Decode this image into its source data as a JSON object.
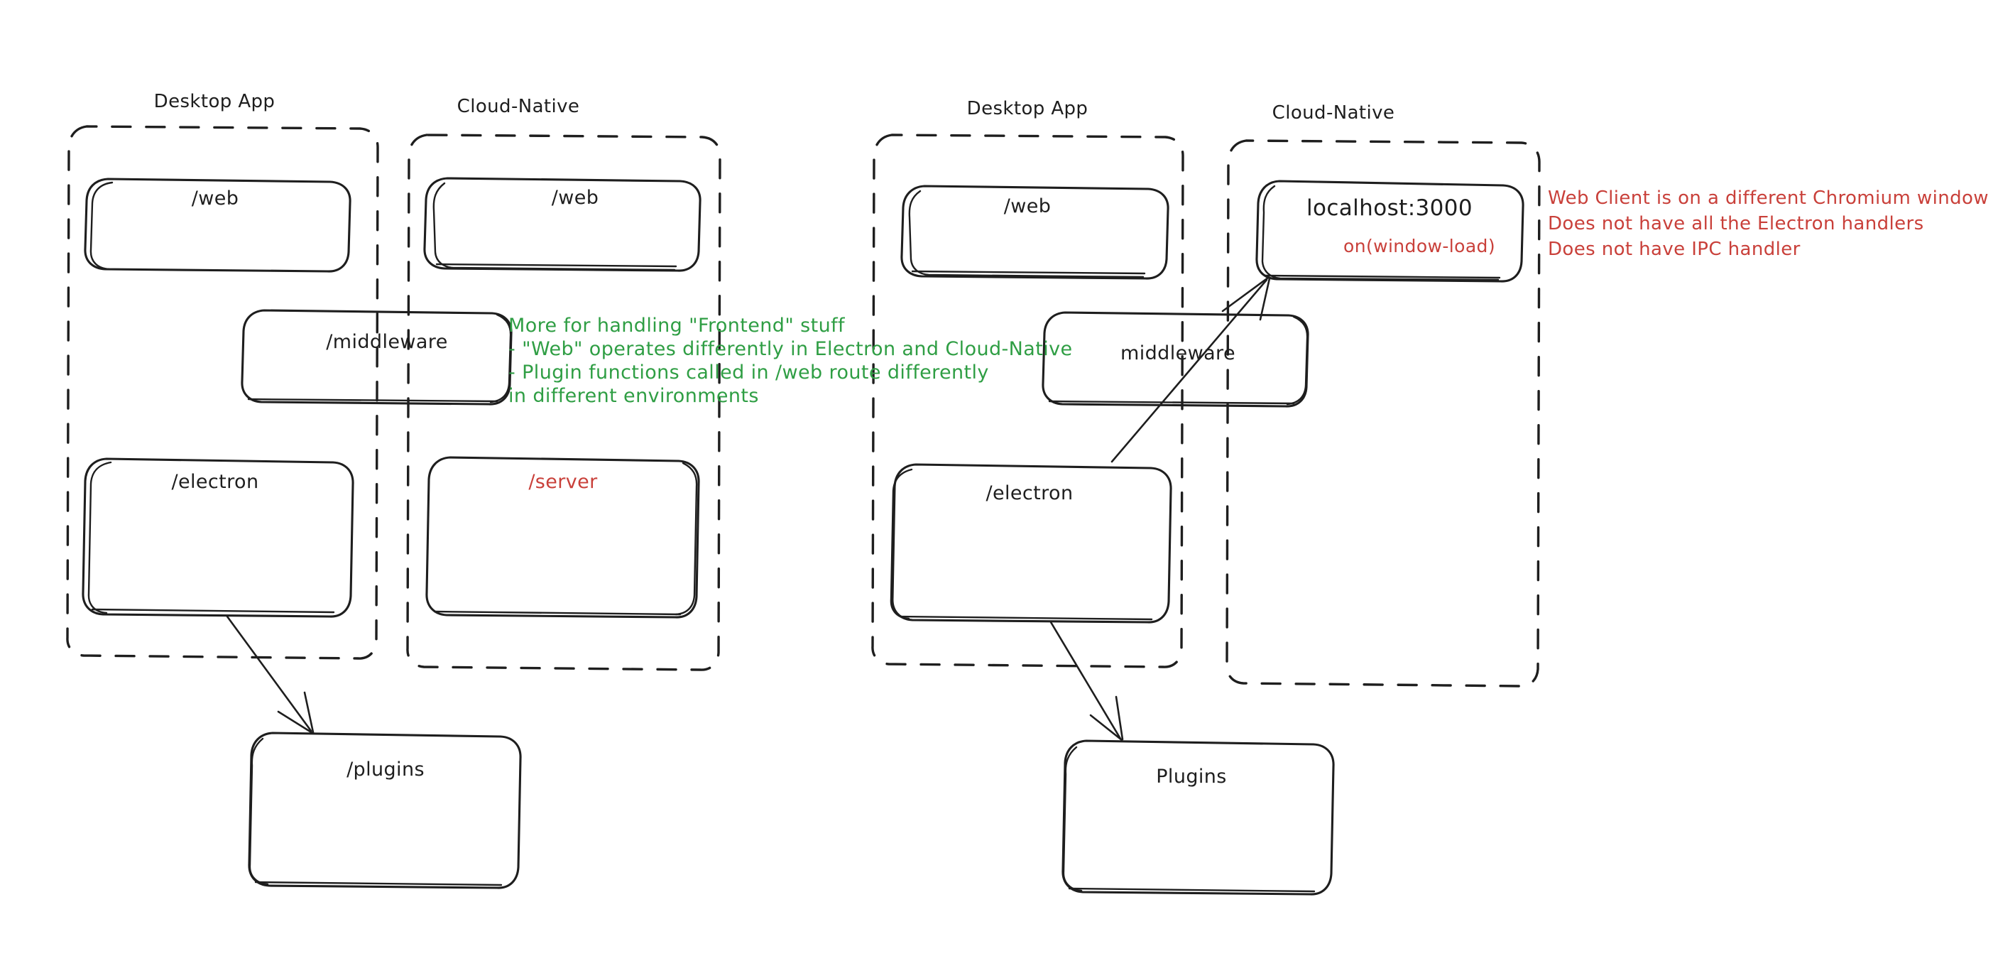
{
  "diagram": {
    "title": "Electron vs Cloud-Native architecture sketch",
    "colors": {
      "ink": "#1e1e1e",
      "green_note": "#2f9e44",
      "red_note": "#c9403a",
      "background": "#ffffff"
    },
    "left_panel": {
      "groups": [
        {
          "id": "left-desktop-app",
          "title": "Desktop App"
        },
        {
          "id": "left-cloud-native",
          "title": "Cloud-Native"
        }
      ],
      "nodes": [
        {
          "id": "left-desktop-web",
          "label": "/web",
          "color": "ink"
        },
        {
          "id": "left-cloud-web",
          "label": "/web",
          "color": "ink"
        },
        {
          "id": "left-middleware",
          "label": "/middleware",
          "color": "ink"
        },
        {
          "id": "left-electron",
          "label": "/electron",
          "color": "ink"
        },
        {
          "id": "left-server",
          "label": "/server",
          "color": "red"
        },
        {
          "id": "left-plugins",
          "label": "/plugins",
          "color": "ink"
        }
      ],
      "note_green": {
        "lines": [
          "More for handling \"Frontend\" stuff",
          "- \"Web\" operates differently in Electron and Cloud-Native",
          "- Plugin functions called in /web route differently",
          "in different environments"
        ]
      },
      "arrows": [
        {
          "id": "left-electron-to-plugins",
          "from": "/electron",
          "to": "/plugins"
        }
      ]
    },
    "right_panel": {
      "groups": [
        {
          "id": "right-desktop-app",
          "title": "Desktop App"
        },
        {
          "id": "right-cloud-native",
          "title": "Cloud-Native"
        }
      ],
      "nodes": [
        {
          "id": "right-desktop-web",
          "label": "/web",
          "color": "ink"
        },
        {
          "id": "right-localhost",
          "label": "localhost:3000",
          "color": "ink"
        },
        {
          "id": "right-localhost-sub",
          "label": "on(window-load)",
          "color": "red"
        },
        {
          "id": "right-middleware",
          "label": "middleware",
          "color": "ink"
        },
        {
          "id": "right-electron",
          "label": "/electron",
          "color": "ink"
        },
        {
          "id": "right-plugins",
          "label": "Plugins",
          "color": "ink"
        }
      ],
      "note_red": {
        "lines": [
          "Web Client is on a different Chromium window",
          "Does not have all the Electron handlers",
          "Does not have IPC handler"
        ]
      },
      "arrows": [
        {
          "id": "right-electron-to-localhost",
          "from": "/electron",
          "to": "localhost:3000"
        },
        {
          "id": "right-electron-to-plugins",
          "from": "/electron",
          "to": "Plugins"
        }
      ]
    }
  }
}
